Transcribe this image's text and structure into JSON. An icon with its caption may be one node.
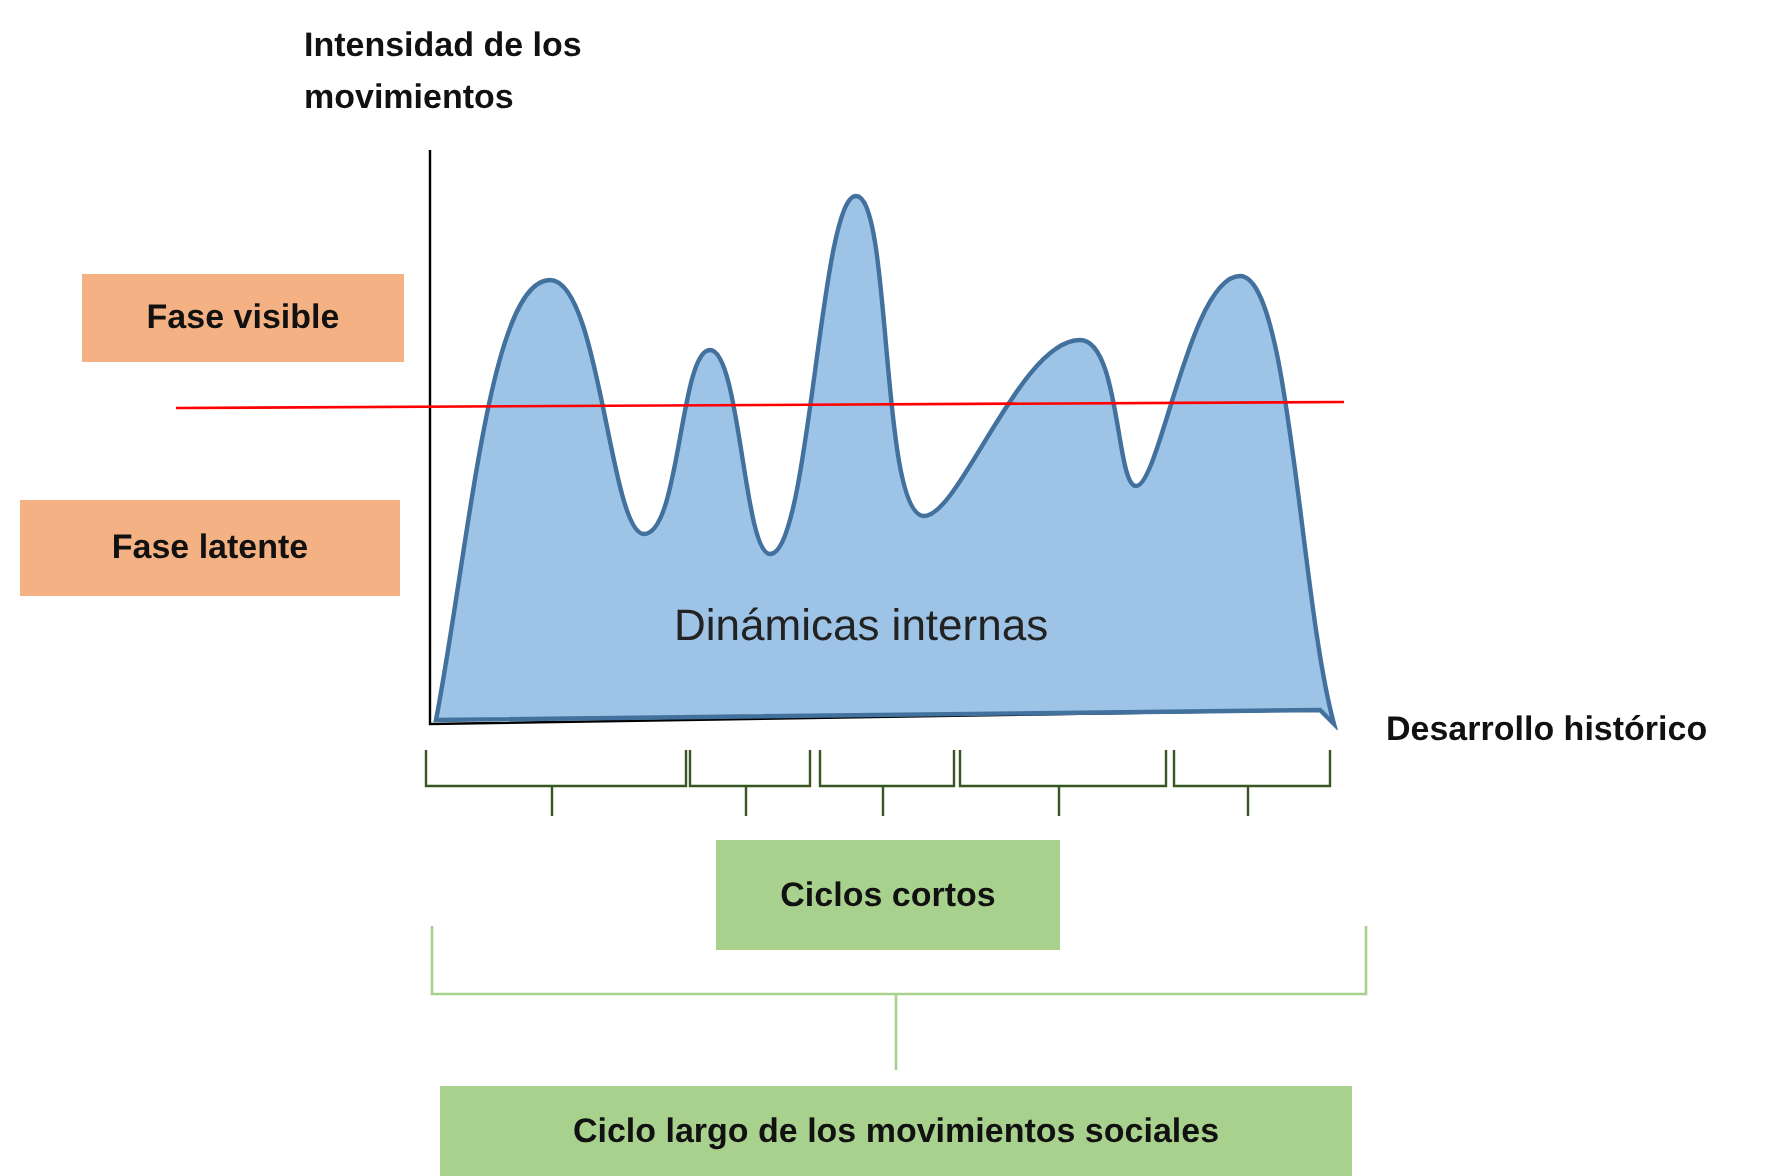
{
  "diagram": {
    "nodes": [
      {
        "text": [
          "Fase visible"
        ]
      },
      {
        "text": [
          "Fase latente"
        ]
      },
      {
        "text": [
          "Dinámicas internas"
        ]
      },
      {
        "text": [
          "Ciclos cortos"
        ]
      },
      {
        "text": [
          "Ciclo largo de los movimientos sociales"
        ]
      }
    ],
    "labels": [
      "Intensidad de los movimientos",
      "Desarrollo histórico"
    ]
  }
}
